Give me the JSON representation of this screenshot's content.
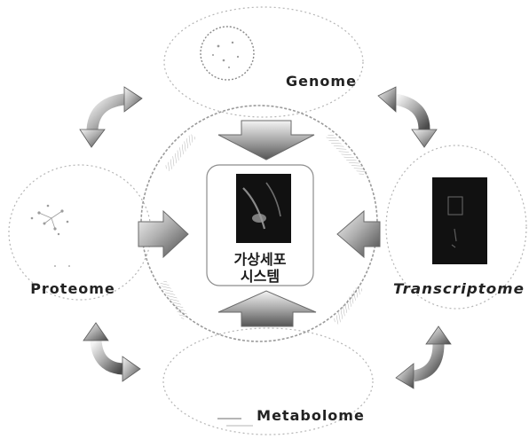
{
  "nodes": {
    "genome": {
      "label": "Genome"
    },
    "transcriptome": {
      "label": "Transcriptome"
    },
    "proteome": {
      "label": "Proteome"
    },
    "metabolome": {
      "label": "Metabolome"
    }
  },
  "center": {
    "line1": "가상세포",
    "line2": "시스템"
  },
  "colors": {
    "arrow_light": "#f4f4f4",
    "arrow_dark": "#4a4a4a",
    "image_dark": "#111111",
    "ring_stroke": "#9a9a9a"
  }
}
